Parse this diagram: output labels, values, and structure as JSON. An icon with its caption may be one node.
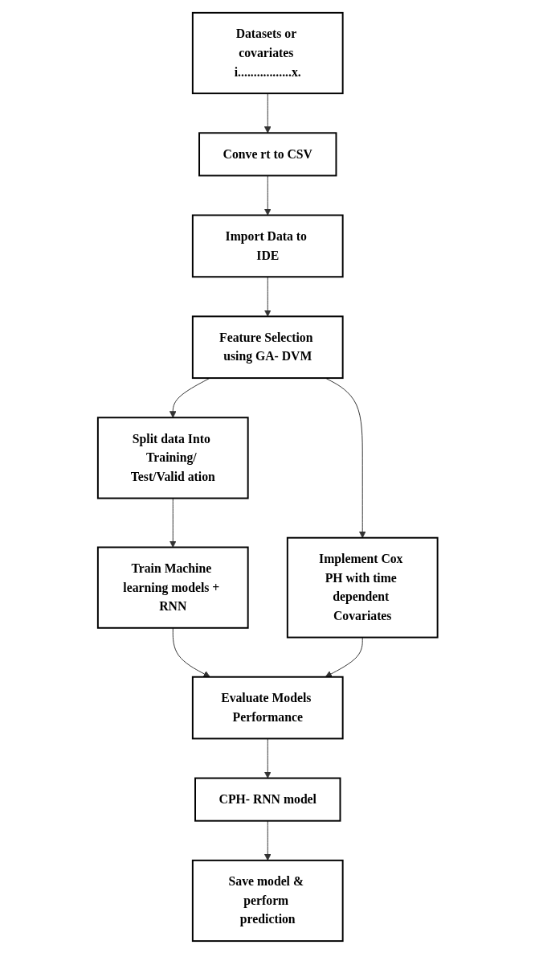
{
  "diagram": {
    "nodes": [
      {
        "text": [
          "Datasets or covariates i.................x."
        ]
      },
      {
        "text": [
          "Conve rt to CSV"
        ]
      },
      {
        "text": [
          "Import Data to IDE"
        ]
      },
      {
        "text": [
          "Feature Selection using GA- DVM"
        ]
      },
      {
        "text": [
          "Split data Into Training/ Test/Valid ation"
        ]
      },
      {
        "text": [
          "Train Machine learning models + RNN"
        ]
      },
      {
        "text": [
          "Evaluate Models Performance"
        ]
      },
      {
        "text": [
          "CPH- RNN model"
        ]
      },
      {
        "text": [
          "Implement Cox PH with time dependent Covariates"
        ]
      },
      {
        "text": [
          "Save model & perform prediction"
        ]
      }
    ],
    "edges": [
      {
        "from": 0,
        "to": 1,
        "arrow": "to"
      },
      {
        "from": 1,
        "to": 2,
        "arrow": "to"
      },
      {
        "from": 2,
        "to": 3,
        "arrow": "to"
      },
      {
        "from": 3,
        "to": 4,
        "arrow": "to"
      },
      {
        "from": 4,
        "to": 5,
        "arrow": "to"
      },
      {
        "from": 5,
        "to": 6,
        "arrow": "to"
      },
      {
        "from": 3,
        "to": 8,
        "arrow": "to"
      },
      {
        "from": 8,
        "to": 6,
        "arrow": "to"
      },
      {
        "from": 6,
        "to": 7,
        "arrow": "to"
      },
      {
        "from": 7,
        "to": 9,
        "arrow": "to"
      }
    ]
  }
}
